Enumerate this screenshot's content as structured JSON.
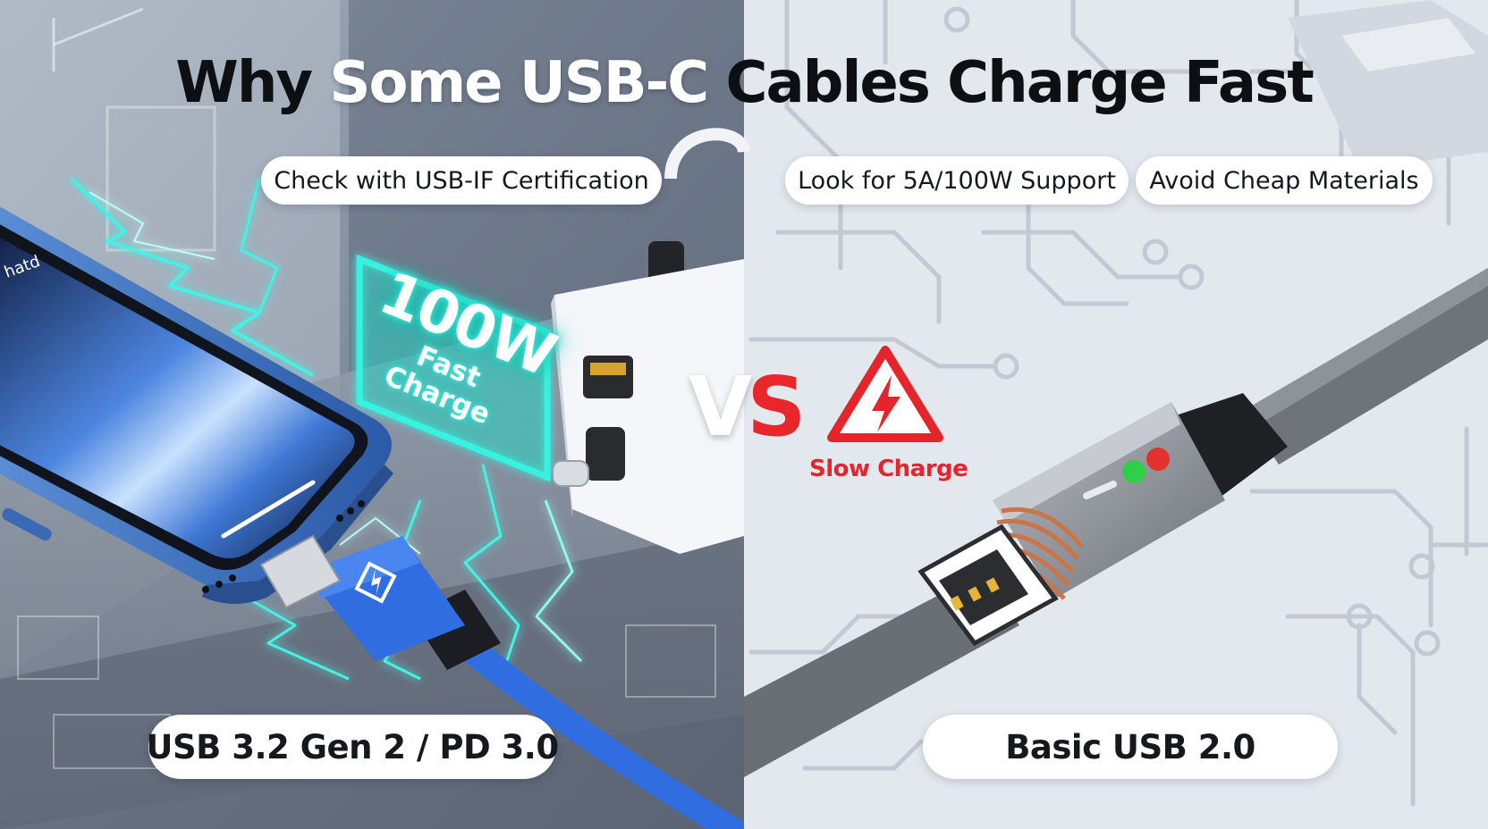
{
  "title": {
    "dark_1": "Why",
    "light": "Some USB-C",
    "dark_2": "Cables Charge Fast"
  },
  "pills": {
    "certification": "Check with USB-IF Certification",
    "support": "Look for 5A/100W Support",
    "materials": "Avoid Cheap Materials"
  },
  "fast_side": {
    "badge_power": "100W",
    "badge_label": "Fast Charge",
    "phone_text": "hatd",
    "spec": "USB 3.2 Gen 2 / PD 3.0"
  },
  "vs": {
    "v": "V",
    "s": "S"
  },
  "slow_side": {
    "warning_label": "Slow Charge",
    "spec": "Basic USB 2.0"
  },
  "colors": {
    "fast_bg": "#7d8796",
    "slow_bg": "#e3e8ef",
    "neon": "#2ee6d6",
    "cable_blue": "#2f6de0",
    "warning_red": "#e5242b"
  },
  "icons": [
    "lightning-icon",
    "warning-triangle-icon"
  ]
}
